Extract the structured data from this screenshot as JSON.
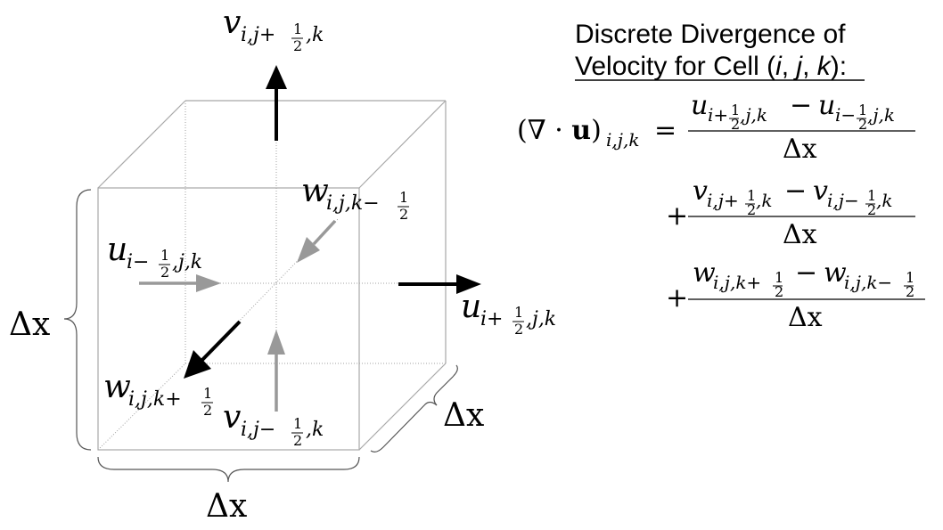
{
  "title": {
    "line1": "Discrete Divergence of",
    "line2_prefix": "Velocity for Cell (",
    "i": "i",
    "sep1": ", ",
    "j": "j",
    "sep2": ", ",
    "k": "k",
    "line2_suffix": "):"
  },
  "symbols": {
    "u": "u",
    "v": "v",
    "w": "w",
    "delta_x": "Δx",
    "one": "1",
    "two": "2",
    "plus": "+",
    "minus": "−",
    "equals": "=",
    "nabla_open": "(∇",
    "dot": "·",
    "bold_u": "u",
    "close_paren": ")"
  },
  "subscripts": {
    "i_comma": "i,",
    "i_plus": "i+",
    "i_minus": "i−",
    "j_comma": "j,",
    "j_plus": "j+",
    "j_minus": "j−",
    "k": "k",
    "comma_k": ",k",
    "comma_j_comma_k": ",j,k",
    "k_plus": "k+",
    "k_minus": "k−",
    "ijk": "i,j,k",
    "i_comma_j_comma": "i,j,"
  },
  "colors": {
    "cube_edge": "#a8a8a8",
    "hidden_edge": "#a0a0a0",
    "inflow_arrow": "#999999",
    "outflow_arrow": "#000000",
    "brace": "#555555"
  }
}
